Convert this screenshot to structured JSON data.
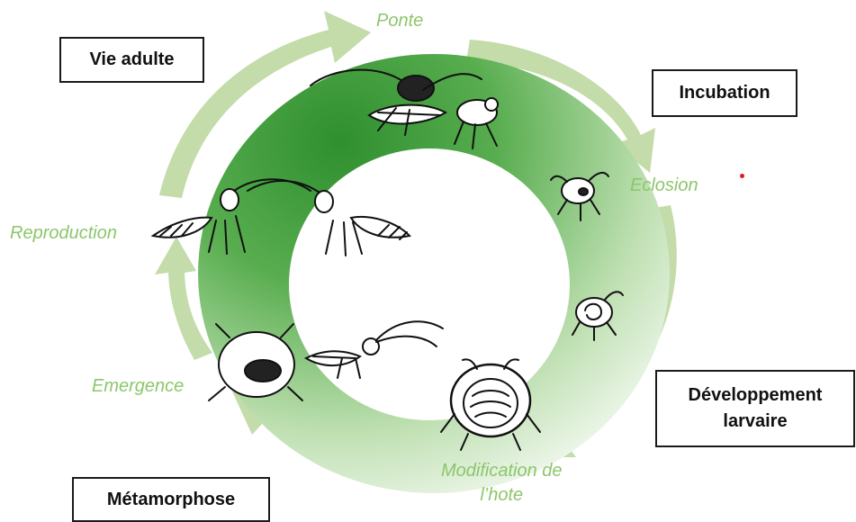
{
  "events": {
    "ponte": "Ponte",
    "eclosion": "Eclosion",
    "modification_line1": "Modification de",
    "modification_line2": "l’hote",
    "emergence": "Emergence",
    "reproduction": "Reproduction"
  },
  "stages": {
    "vie_adulte": "Vie adulte",
    "incubation": "Incubation",
    "developpement_line1": "Développement",
    "developpement_line2": "larvaire",
    "metamorphose": "Métamorphose"
  },
  "colors": {
    "ring_dark": "#3d9a3a",
    "ring_light": "#ffffff",
    "arrow": "#c3dcaa",
    "event_text": "#8cc66b",
    "marker": "#e01b1b"
  },
  "illustrations": [
    "mating-wasps-on-aphid",
    "aphid-with-egg",
    "aphid-with-larva",
    "mummified-aphid-host",
    "wasp-emerging-from-mummy",
    "adult-wasp-female",
    "adult-wasp-male"
  ]
}
